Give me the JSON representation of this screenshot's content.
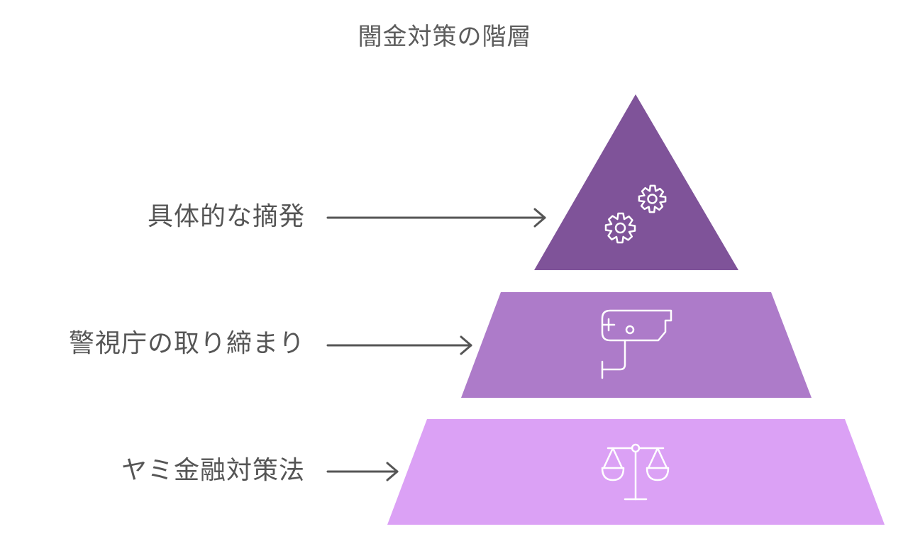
{
  "title": "闇金対策の階層",
  "levels": [
    {
      "label": "具体的な摘発",
      "icon": "gears-icon",
      "color": "#7f5399"
    },
    {
      "label": "警視庁の取り締まり",
      "icon": "security-camera-icon",
      "color": "#ad7bc9"
    },
    {
      "label": "ヤミ金融対策法",
      "icon": "scales-of-justice-icon",
      "color": "#dba1f5"
    }
  ],
  "colors": {
    "arrow": "#555555",
    "icon_stroke": "#ffffff",
    "text": "#555555"
  }
}
